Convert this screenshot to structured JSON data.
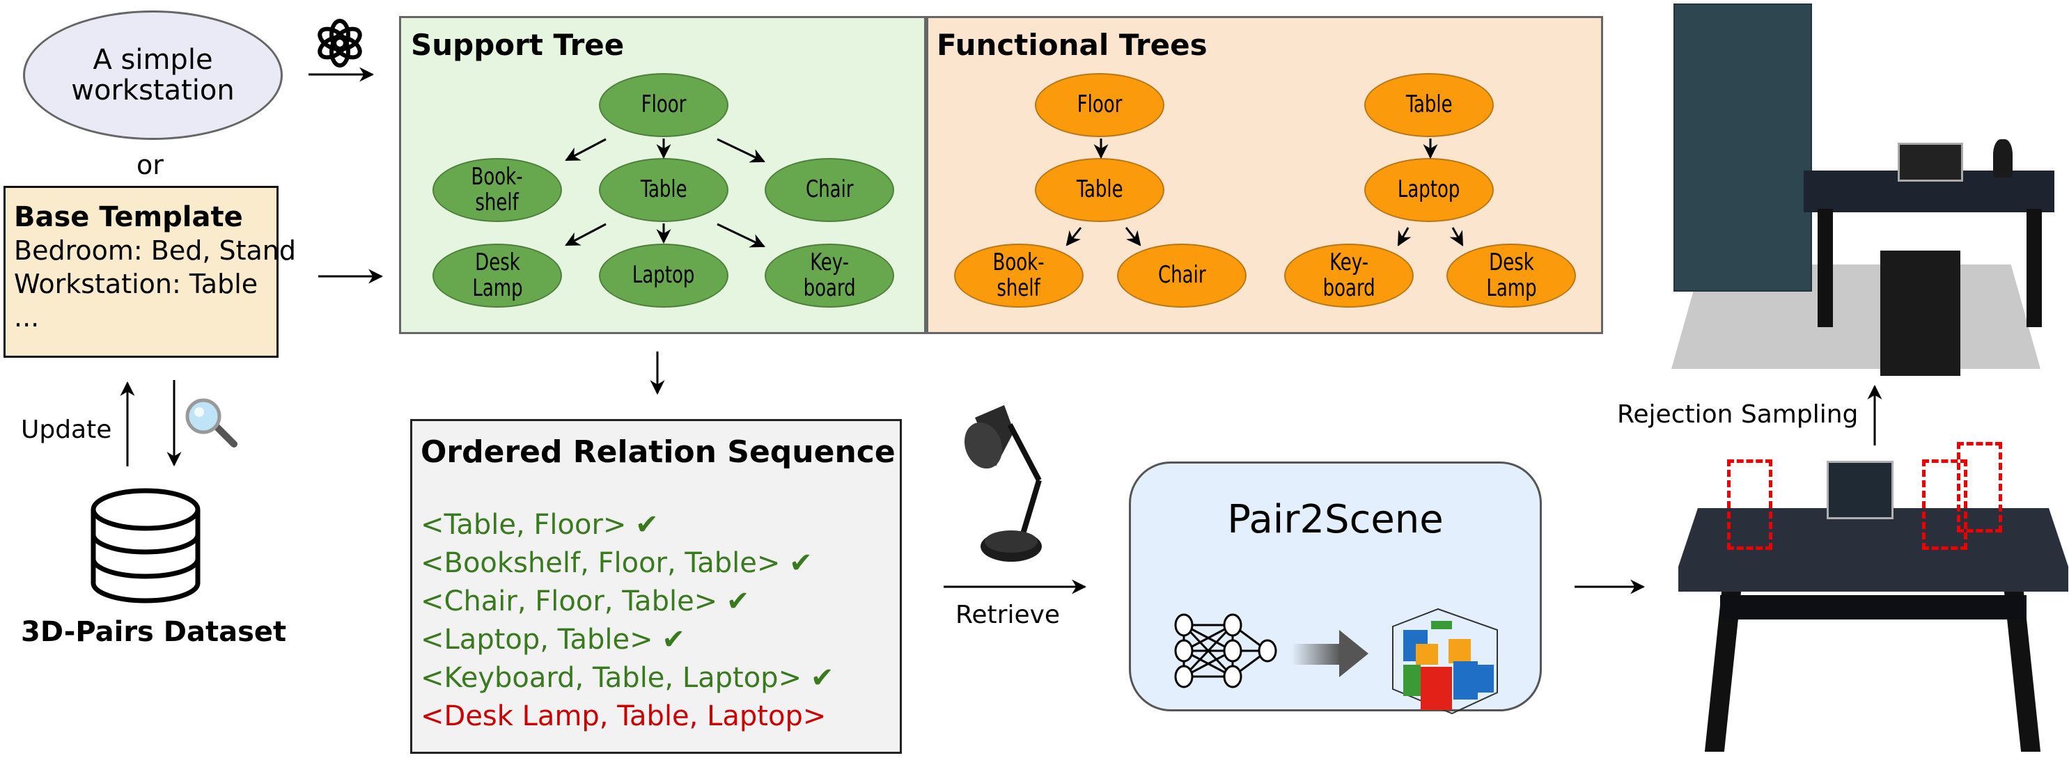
{
  "input": {
    "prompt_text": "A simple\nworkstation",
    "or_label": "or",
    "template_title": "Base Template",
    "template_lines": [
      "Bedroom: Bed, Stand",
      "Workstation: Table",
      "..."
    ]
  },
  "dataset": {
    "update_label": "Update",
    "name": "3D-Pairs Dataset"
  },
  "support_tree": {
    "title": "Support Tree",
    "nodes": {
      "floor": "Floor",
      "bookshelf": "Book-\nshelf",
      "table": "Table",
      "chair": "Chair",
      "desk_lamp": "Desk\nLamp",
      "laptop": "Laptop",
      "keyboard": "Key-\nboard"
    }
  },
  "functional_trees": {
    "title": "Functional Trees",
    "tree1": {
      "root": "Floor",
      "mid": "Table",
      "left": "Book-\nshelf",
      "right": "Chair"
    },
    "tree2": {
      "root": "Table",
      "mid": "Laptop",
      "left": "Key-\nboard",
      "right": "Desk\nLamp"
    }
  },
  "sequence": {
    "title": "Ordered Relation Sequence",
    "items": [
      {
        "text": "<Table, Floor>",
        "check": "✔",
        "status": "ok"
      },
      {
        "text": "<Bookshelf, Floor, Table>",
        "check": "✔",
        "status": "ok"
      },
      {
        "text": "<Chair, Floor, Table>",
        "check": "✔",
        "status": "ok"
      },
      {
        "text": "<Laptop, Table>",
        "check": "✔",
        "status": "ok"
      },
      {
        "text": "<Keyboard, Table, Laptop>",
        "check": "✔",
        "status": "ok"
      },
      {
        "text": "<Desk Lamp, Table, Laptop>",
        "check": "",
        "status": "pending"
      }
    ]
  },
  "retrieve_label": "Retrieve",
  "model": {
    "name": "Pair2Scene"
  },
  "rejection_label": "Rejection Sampling",
  "colors": {
    "ok_green": "#3a7a1e",
    "pending_red": "#cc0000",
    "support_bg": "#e6f5e0",
    "functional_bg": "#fbe5cf",
    "template_bg": "#fbebcd",
    "prompt_bg": "#eaeaf7",
    "sequence_bg": "#f2f2f2",
    "model_bg": "#e3effc"
  }
}
